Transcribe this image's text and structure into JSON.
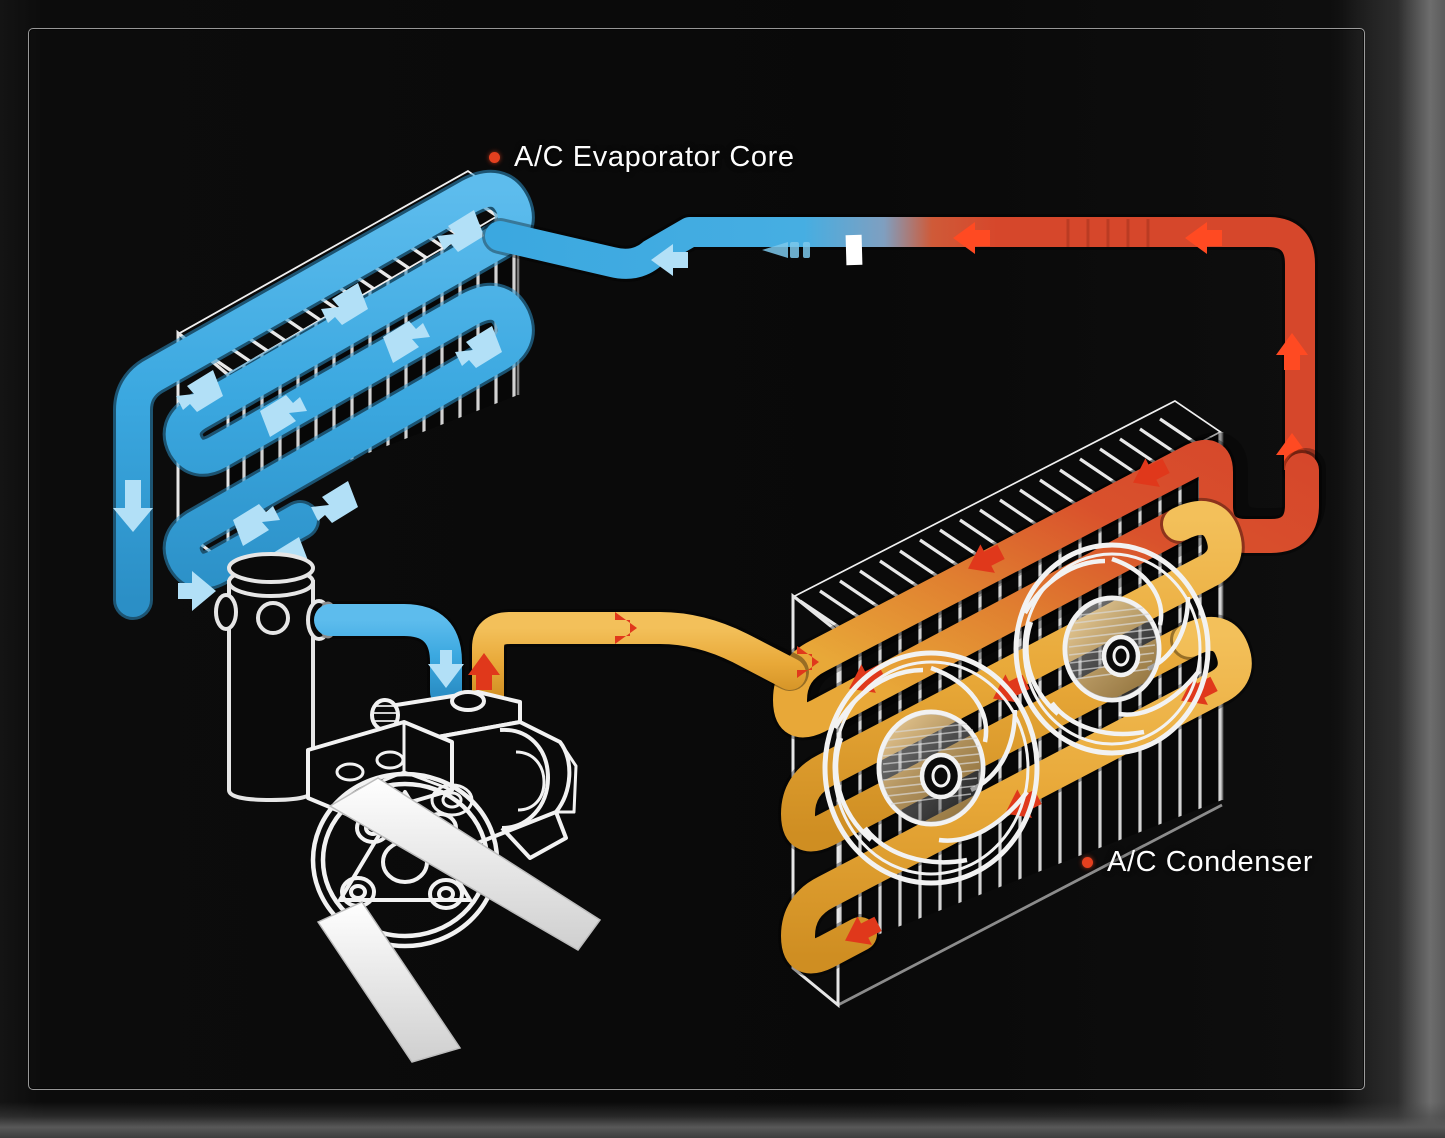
{
  "diagram": {
    "title": "Automotive A/C Refrigerant Circuit",
    "background_color": "#0a0a0a",
    "frame_color": "#cdcdcd"
  },
  "labels": [
    {
      "id": "evaporator",
      "text": "A/C Evaporator Core",
      "dot_color": "#e4401f",
      "text_color": "#fdfdfd"
    },
    {
      "id": "condenser",
      "text": "A/C Condenser",
      "dot_color": "#e4401f",
      "text_color": "#fdfdfd"
    }
  ],
  "components": [
    {
      "id": "evaporator-core",
      "name": "A/C Evaporator Core",
      "outline_color": "#e8e8e8"
    },
    {
      "id": "condenser-core",
      "name": "A/C Condenser",
      "outline_color": "#e8e8e8"
    },
    {
      "id": "accumulator",
      "name": "Accumulator / Receiver Drier",
      "outline_color": "#e8e8e8"
    },
    {
      "id": "compressor",
      "name": "A/C Compressor",
      "outline_color": "#f2f2f2"
    },
    {
      "id": "condenser-fan-left",
      "name": "Cooling Fan",
      "outline_color": "#f2f2f2"
    },
    {
      "id": "condenser-fan-right",
      "name": "Cooling Fan",
      "outline_color": "#f2f2f2"
    },
    {
      "id": "orifice-tube",
      "name": "Expansion Valve / Orifice Tube",
      "outline_color": "#ffffff"
    },
    {
      "id": "drive-belt",
      "name": "Serpentine Drive Belt",
      "outline_color": "#ffffff"
    }
  ],
  "flow_lines": [
    {
      "id": "suction-line",
      "state": "low-pressure vapor",
      "color": "#3ba8e0",
      "arrow_color": "#aadcf5",
      "from": "evaporator-core",
      "to": "compressor"
    },
    {
      "id": "discharge-line",
      "state": "high-pressure hot gas",
      "color": "#d6472b",
      "arrow_color": "#ff4a22",
      "from": "compressor",
      "to": "condenser-core"
    },
    {
      "id": "liquid-line",
      "state": "high-pressure liquid",
      "color": "#e8a838",
      "arrow_color": "#e0381b",
      "from": "condenser-core",
      "to": "orifice-tube"
    }
  ],
  "colors": {
    "cold_blue": "#3ba8e0",
    "cold_blue_light": "#5dbced",
    "hot_red": "#d6472b",
    "hot_red_bright": "#e8503010",
    "warm_orange": "#e8a838",
    "arrow_red": "#e0381b",
    "arrow_blue": "#a9dcf6",
    "metal_white": "#eaeaea",
    "background": "#0a0a0a"
  }
}
